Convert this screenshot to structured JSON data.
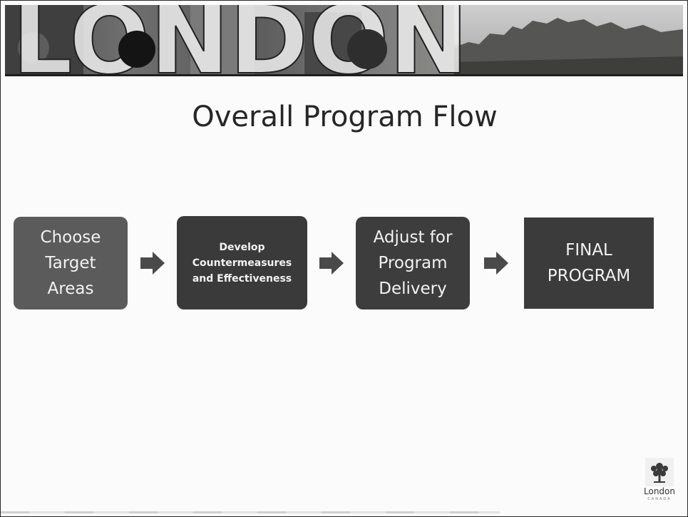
{
  "banner": {
    "word": "LONDON"
  },
  "slide": {
    "title": "Overall Program Flow"
  },
  "flow": {
    "steps": [
      {
        "label": "Choose\nTarget\nAreas"
      },
      {
        "label": "Develop\nCountermeasures\nand  Effectiveness"
      },
      {
        "label": "Adjust for\nProgram\nDelivery"
      },
      {
        "label": "FINAL\nPROGRAM"
      }
    ]
  },
  "logo": {
    "name": "London",
    "subtext": "CANADA"
  },
  "colors": {
    "box_light": "#5b5b5b",
    "box_dark": "#3b3b3b",
    "arrow": "#4a4a4a",
    "title": "#262626"
  },
  "icons": {
    "arrow": "right-arrow-icon",
    "logo": "tree-logo-icon"
  }
}
